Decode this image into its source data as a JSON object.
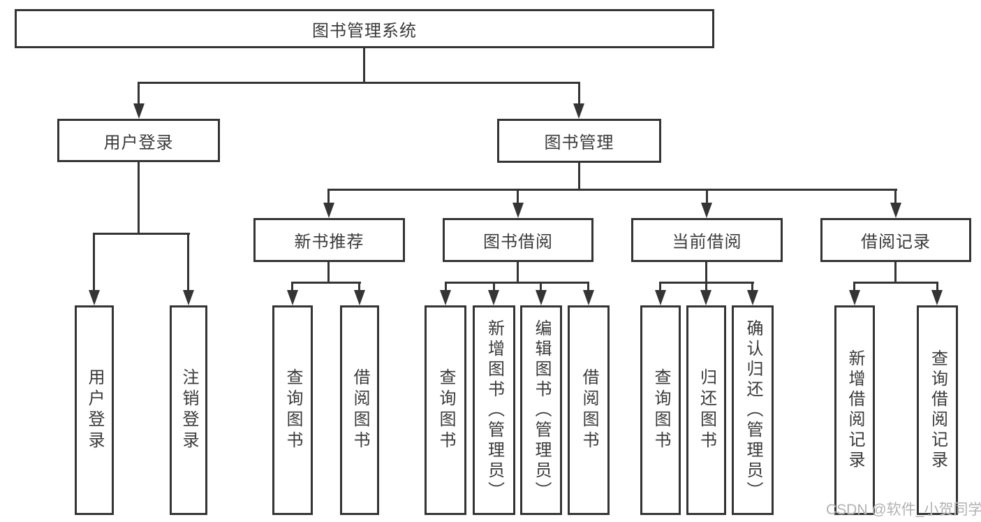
{
  "diagram_type": "functional-decomposition-tree",
  "colors": {
    "background": "#ffffff",
    "line": "#343434",
    "box_border": "#343434",
    "text": "#3a3a3a",
    "watermark": "#b2b2b2"
  },
  "watermark": "CSDN @软件_小贺同学",
  "tree": {
    "label": "图书管理系统",
    "children": [
      {
        "label": "用户登录",
        "children": [
          {
            "label": "用户登录"
          },
          {
            "label": "注销登录"
          }
        ]
      },
      {
        "label": "图书管理",
        "children": [
          {
            "label": "新书推荐",
            "children": [
              {
                "label": "查询图书"
              },
              {
                "label": "借阅图书"
              }
            ]
          },
          {
            "label": "图书借阅",
            "children": [
              {
                "label": "查询图书"
              },
              {
                "label": "新增图书（管理员）"
              },
              {
                "label": "编辑图书（管理员）"
              },
              {
                "label": "借阅图书"
              }
            ]
          },
          {
            "label": "当前借阅",
            "children": [
              {
                "label": "查询图书"
              },
              {
                "label": "归还图书"
              },
              {
                "label": "确认归还（管理员）"
              }
            ]
          },
          {
            "label": "借阅记录",
            "children": [
              {
                "label": "新增借阅记录"
              },
              {
                "label": "查询借阅记录"
              }
            ]
          }
        ]
      }
    ]
  }
}
